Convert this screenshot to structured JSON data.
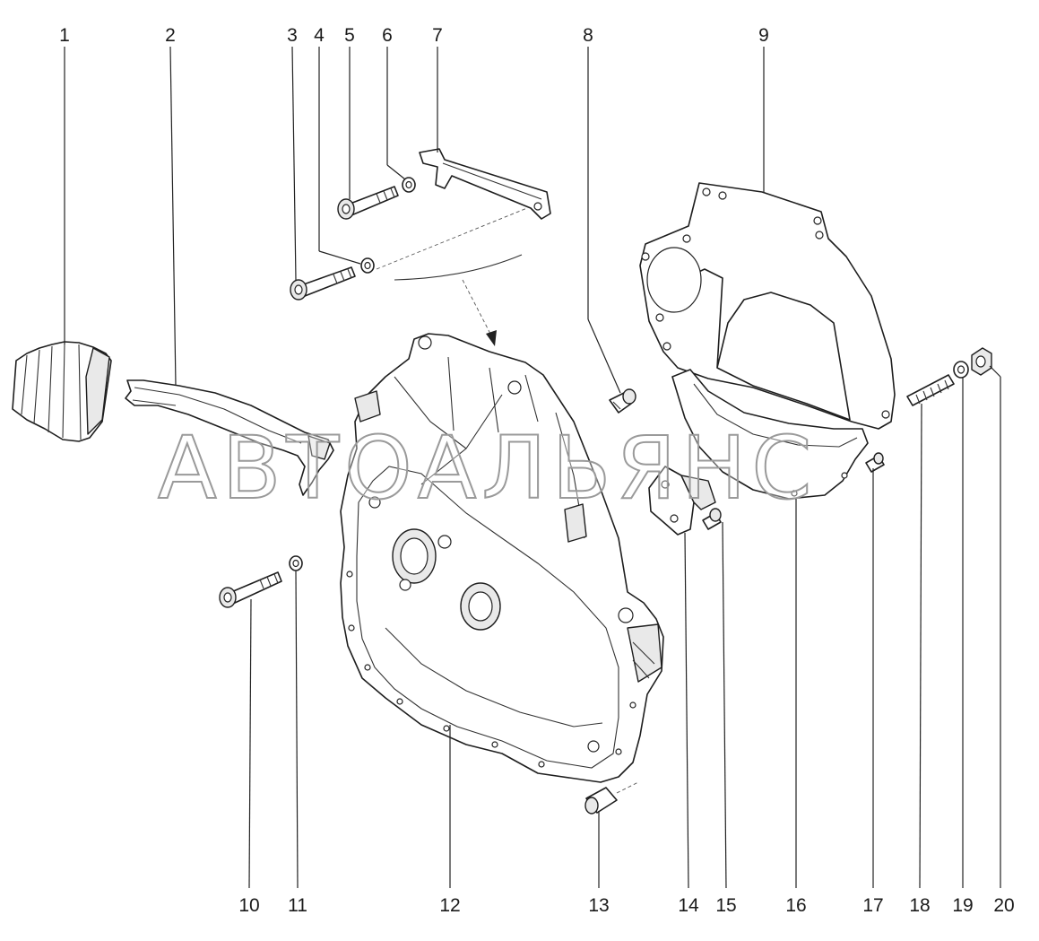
{
  "callouts": [
    {
      "id": "1",
      "label": "1"
    },
    {
      "id": "2",
      "label": "2"
    },
    {
      "id": "3",
      "label": "3"
    },
    {
      "id": "4",
      "label": "4"
    },
    {
      "id": "5",
      "label": "5"
    },
    {
      "id": "6",
      "label": "6"
    },
    {
      "id": "7",
      "label": "7"
    },
    {
      "id": "8",
      "label": "8"
    },
    {
      "id": "9",
      "label": "9"
    },
    {
      "id": "10",
      "label": "10"
    },
    {
      "id": "11",
      "label": "11"
    },
    {
      "id": "12",
      "label": "12"
    },
    {
      "id": "13",
      "label": "13"
    },
    {
      "id": "14",
      "label": "14"
    },
    {
      "id": "15",
      "label": "15"
    },
    {
      "id": "16",
      "label": "16"
    },
    {
      "id": "17",
      "label": "17"
    },
    {
      "id": "18",
      "label": "18"
    },
    {
      "id": "19",
      "label": "19"
    },
    {
      "id": "20",
      "label": "20"
    }
  ],
  "watermark": "АВТОАЛЬЯНС"
}
